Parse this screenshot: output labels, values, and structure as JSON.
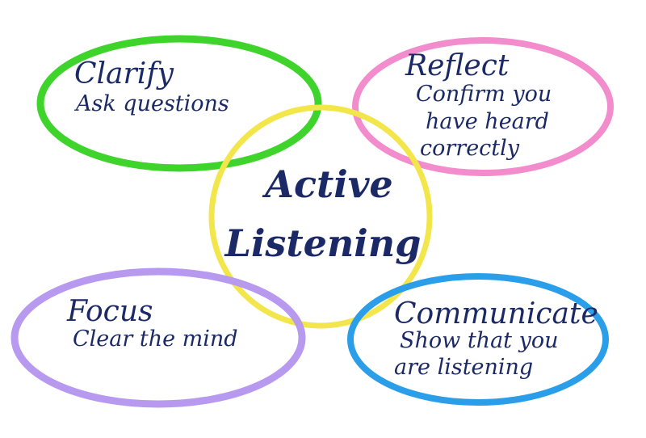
{
  "center": {
    "line1": "Active",
    "line2": "Listening"
  },
  "nodes": {
    "clarify": {
      "title": "Clarify",
      "lines": [
        "Ask questions"
      ],
      "color": "#3fd42b"
    },
    "reflect": {
      "title": "Reflect",
      "lines": [
        "Confirm you",
        "have heard",
        "correctly"
      ],
      "color": "#f28ccc"
    },
    "focus": {
      "title": "Focus",
      "lines": [
        "Clear the mind"
      ],
      "color": "#b79af0"
    },
    "communicate": {
      "title": "Communicate",
      "lines": [
        "Show that you",
        "are listening"
      ],
      "color": "#2a9ee8"
    }
  },
  "center_color": "#f2e64a",
  "text_color": "#1b2a66"
}
